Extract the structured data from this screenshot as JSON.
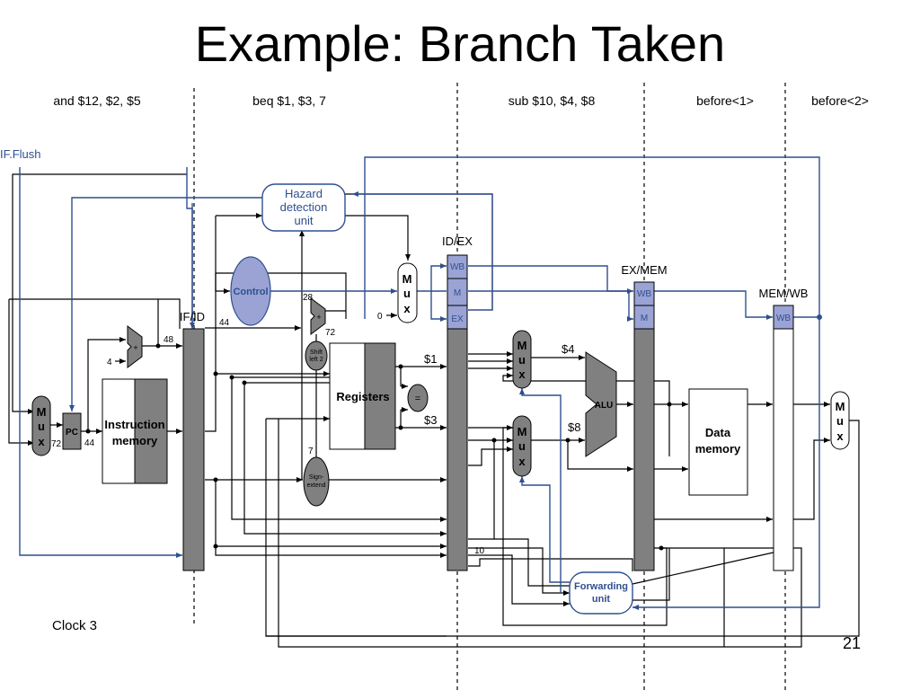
{
  "slide": {
    "title": "Example: Branch Taken",
    "slide_number": "21",
    "clock_label": "Clock 3"
  },
  "instructions": [
    "and $12, $2, $5",
    "beq $1, $3, 7",
    "sub $10, $4, $8",
    "before<1>",
    "before<2>"
  ],
  "signals": {
    "if_flush": "IF.Flush"
  },
  "pipeline_registers": {
    "if_id": "IF/ID",
    "id_ex": "ID/EX",
    "ex_mem": "EX/MEM",
    "mem_wb": "MEM/WB"
  },
  "units": {
    "hazard_line1": "Hazard",
    "hazard_line2": "detection",
    "hazard_line3": "unit",
    "control": "Control",
    "registers": "Registers",
    "instruction_memory_line1": "Instruction",
    "instruction_memory_line2": "memory",
    "data_memory_line1": "Data",
    "data_memory_line2": "memory",
    "alu": "ALU",
    "pc": "PC",
    "forwarding_line1": "Forwarding",
    "forwarding_line2": "unit",
    "shift_line1": "Shift",
    "shift_line2": "left 2",
    "sign_line1": "Sign-",
    "sign_line2": "extend",
    "mux_m": "M",
    "mux_u": "u",
    "mux_x": "x",
    "equal": "=",
    "plus": "+",
    "wb": "WB",
    "m": "M",
    "ex": "EX"
  },
  "values": {
    "pc_in": "72",
    "pc_out": "44",
    "adder_out": "48",
    "adder_const": "4",
    "ifid_pc": "44",
    "branch_offset": "28",
    "branch_target": "72",
    "rs_reg": "$1",
    "rt_reg": "$3",
    "sign_in": "7",
    "alu_a": "$4",
    "alu_b": "$8",
    "rd_field": "10",
    "mux_zero": "0"
  }
}
